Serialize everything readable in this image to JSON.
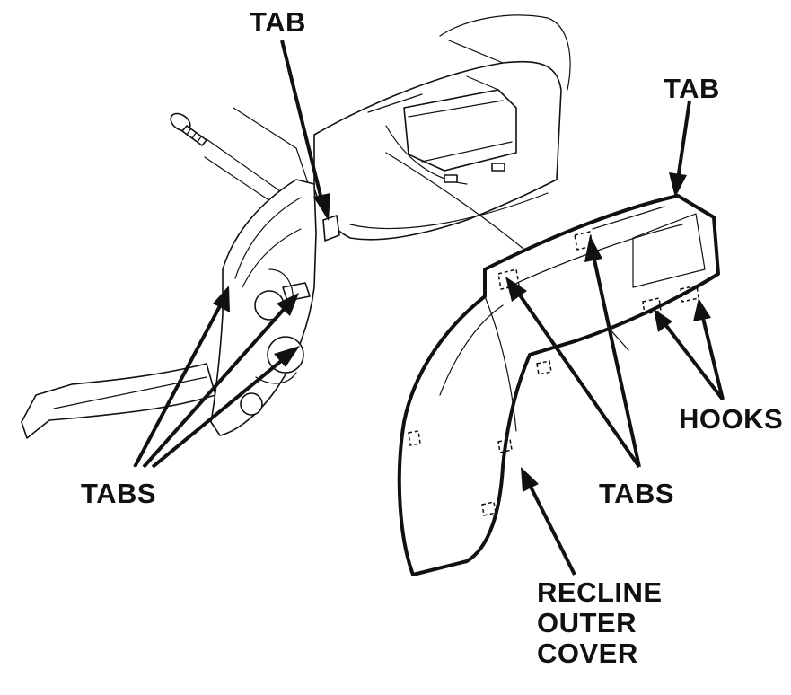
{
  "callouts": {
    "tab_left": "TAB",
    "tab_right": "TAB",
    "tabs_left": "TABS",
    "tabs_right": "TABS",
    "hooks": "HOOKS",
    "cover_line1": "RECLINE",
    "cover_line2": "OUTER",
    "cover_line3": "COVER"
  }
}
